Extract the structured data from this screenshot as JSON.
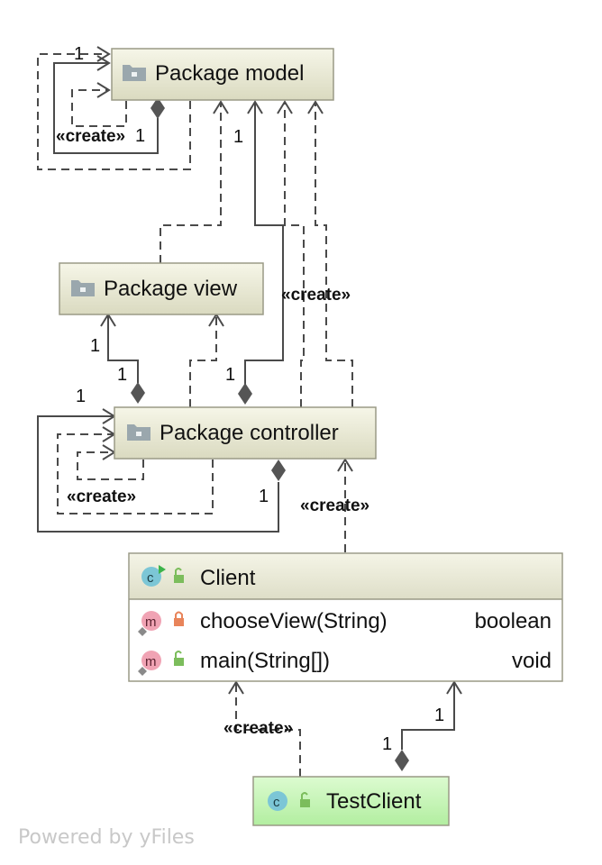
{
  "packages": {
    "model": "Package model",
    "view": "Package view",
    "controller": "Package controller"
  },
  "client": {
    "name": "Client",
    "methods": [
      {
        "icon": "m",
        "name": "chooseView(String)",
        "type": "boolean",
        "visibility": "private"
      },
      {
        "icon": "m",
        "name": "main(String[])",
        "type": "void",
        "visibility": "public"
      }
    ]
  },
  "test_client": {
    "name": "TestClient"
  },
  "labels": {
    "create": "«create»",
    "one": "1"
  },
  "watermark": "Powered by yFiles",
  "colors": {
    "package_fill_top": "#f4f4e4",
    "package_fill_bottom": "#dcdcc2",
    "test_client_fill": "#c8f5b8",
    "class_icon": "#7cc6d6",
    "method_icon": "#f0a3b4",
    "private_lock": "#e8845a",
    "public_lock": "#7cbd5c",
    "edge": "#4a4a4a"
  }
}
